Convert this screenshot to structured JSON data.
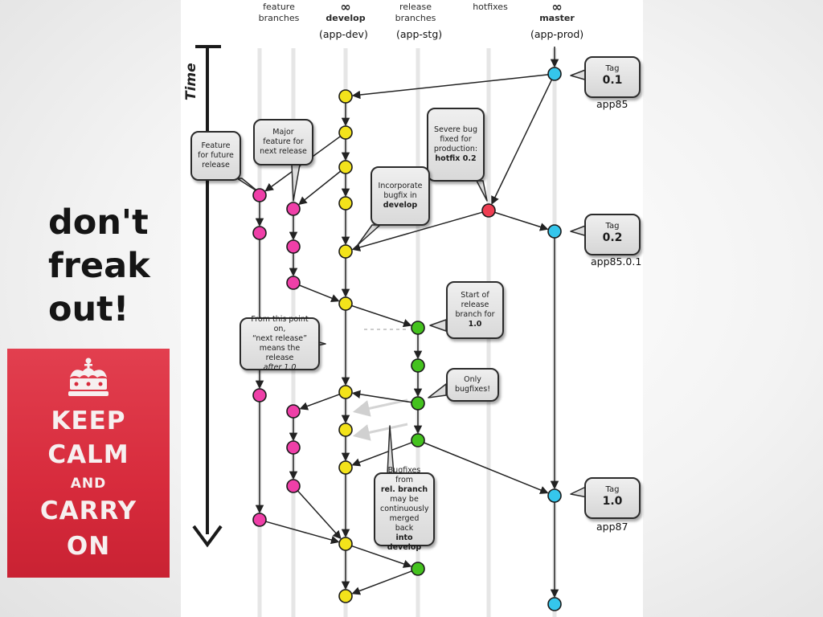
{
  "headline": [
    "don't",
    "freak",
    "out!"
  ],
  "poster": {
    "lines": [
      "KEEP",
      "CALM",
      "AND",
      "CARRY",
      "ON"
    ],
    "background_color": "#d72b3c",
    "icon": "crown-icon"
  },
  "diagram": {
    "time_label": "Time",
    "columns": [
      {
        "line1": "feature",
        "line2": "branches",
        "env": ""
      },
      {
        "line1": "∞",
        "line2": "develop",
        "env": "(app-dev)"
      },
      {
        "line1": "release",
        "line2": "branches",
        "env": "(app-stg)"
      },
      {
        "line1": "",
        "line2": "hotfixes",
        "env": ""
      },
      {
        "line1": "∞",
        "line2": "master",
        "env": "(app-prod)"
      }
    ],
    "tags": [
      {
        "label": "Tag",
        "version": "0.1",
        "app": "app85"
      },
      {
        "label": "Tag",
        "version": "0.2",
        "app": "app85.0.1"
      },
      {
        "label": "Tag",
        "version": "1.0",
        "app": "app87"
      }
    ],
    "callouts": {
      "feature_future": [
        "Feature",
        "for future",
        "release"
      ],
      "major_feature": [
        "Major",
        "feature for",
        "next release"
      ],
      "severe_bug": [
        "Severe bug",
        "fixed for",
        "production:",
        "hotfix 0.2"
      ],
      "incorporate": [
        "Incorporate",
        "bugfix in",
        "develop"
      ],
      "start_release": [
        "Start of",
        "release",
        "branch for",
        "1.0"
      ],
      "from_this_point": [
        "From this point on,",
        "“next release”",
        "means the release",
        "after 1.0"
      ],
      "only_bugfixes": [
        "Only",
        "bugfixes!"
      ],
      "bugfixes_from": [
        "Bugfixes from",
        "rel. branch",
        "may be",
        "continuously",
        "merged back",
        "into develop"
      ]
    },
    "colors": {
      "develop": "#f3e31b",
      "feature": "#ef3fa8",
      "release": "#44c21e",
      "hotfix": "#ee3e52",
      "master": "#35c6ec"
    }
  }
}
